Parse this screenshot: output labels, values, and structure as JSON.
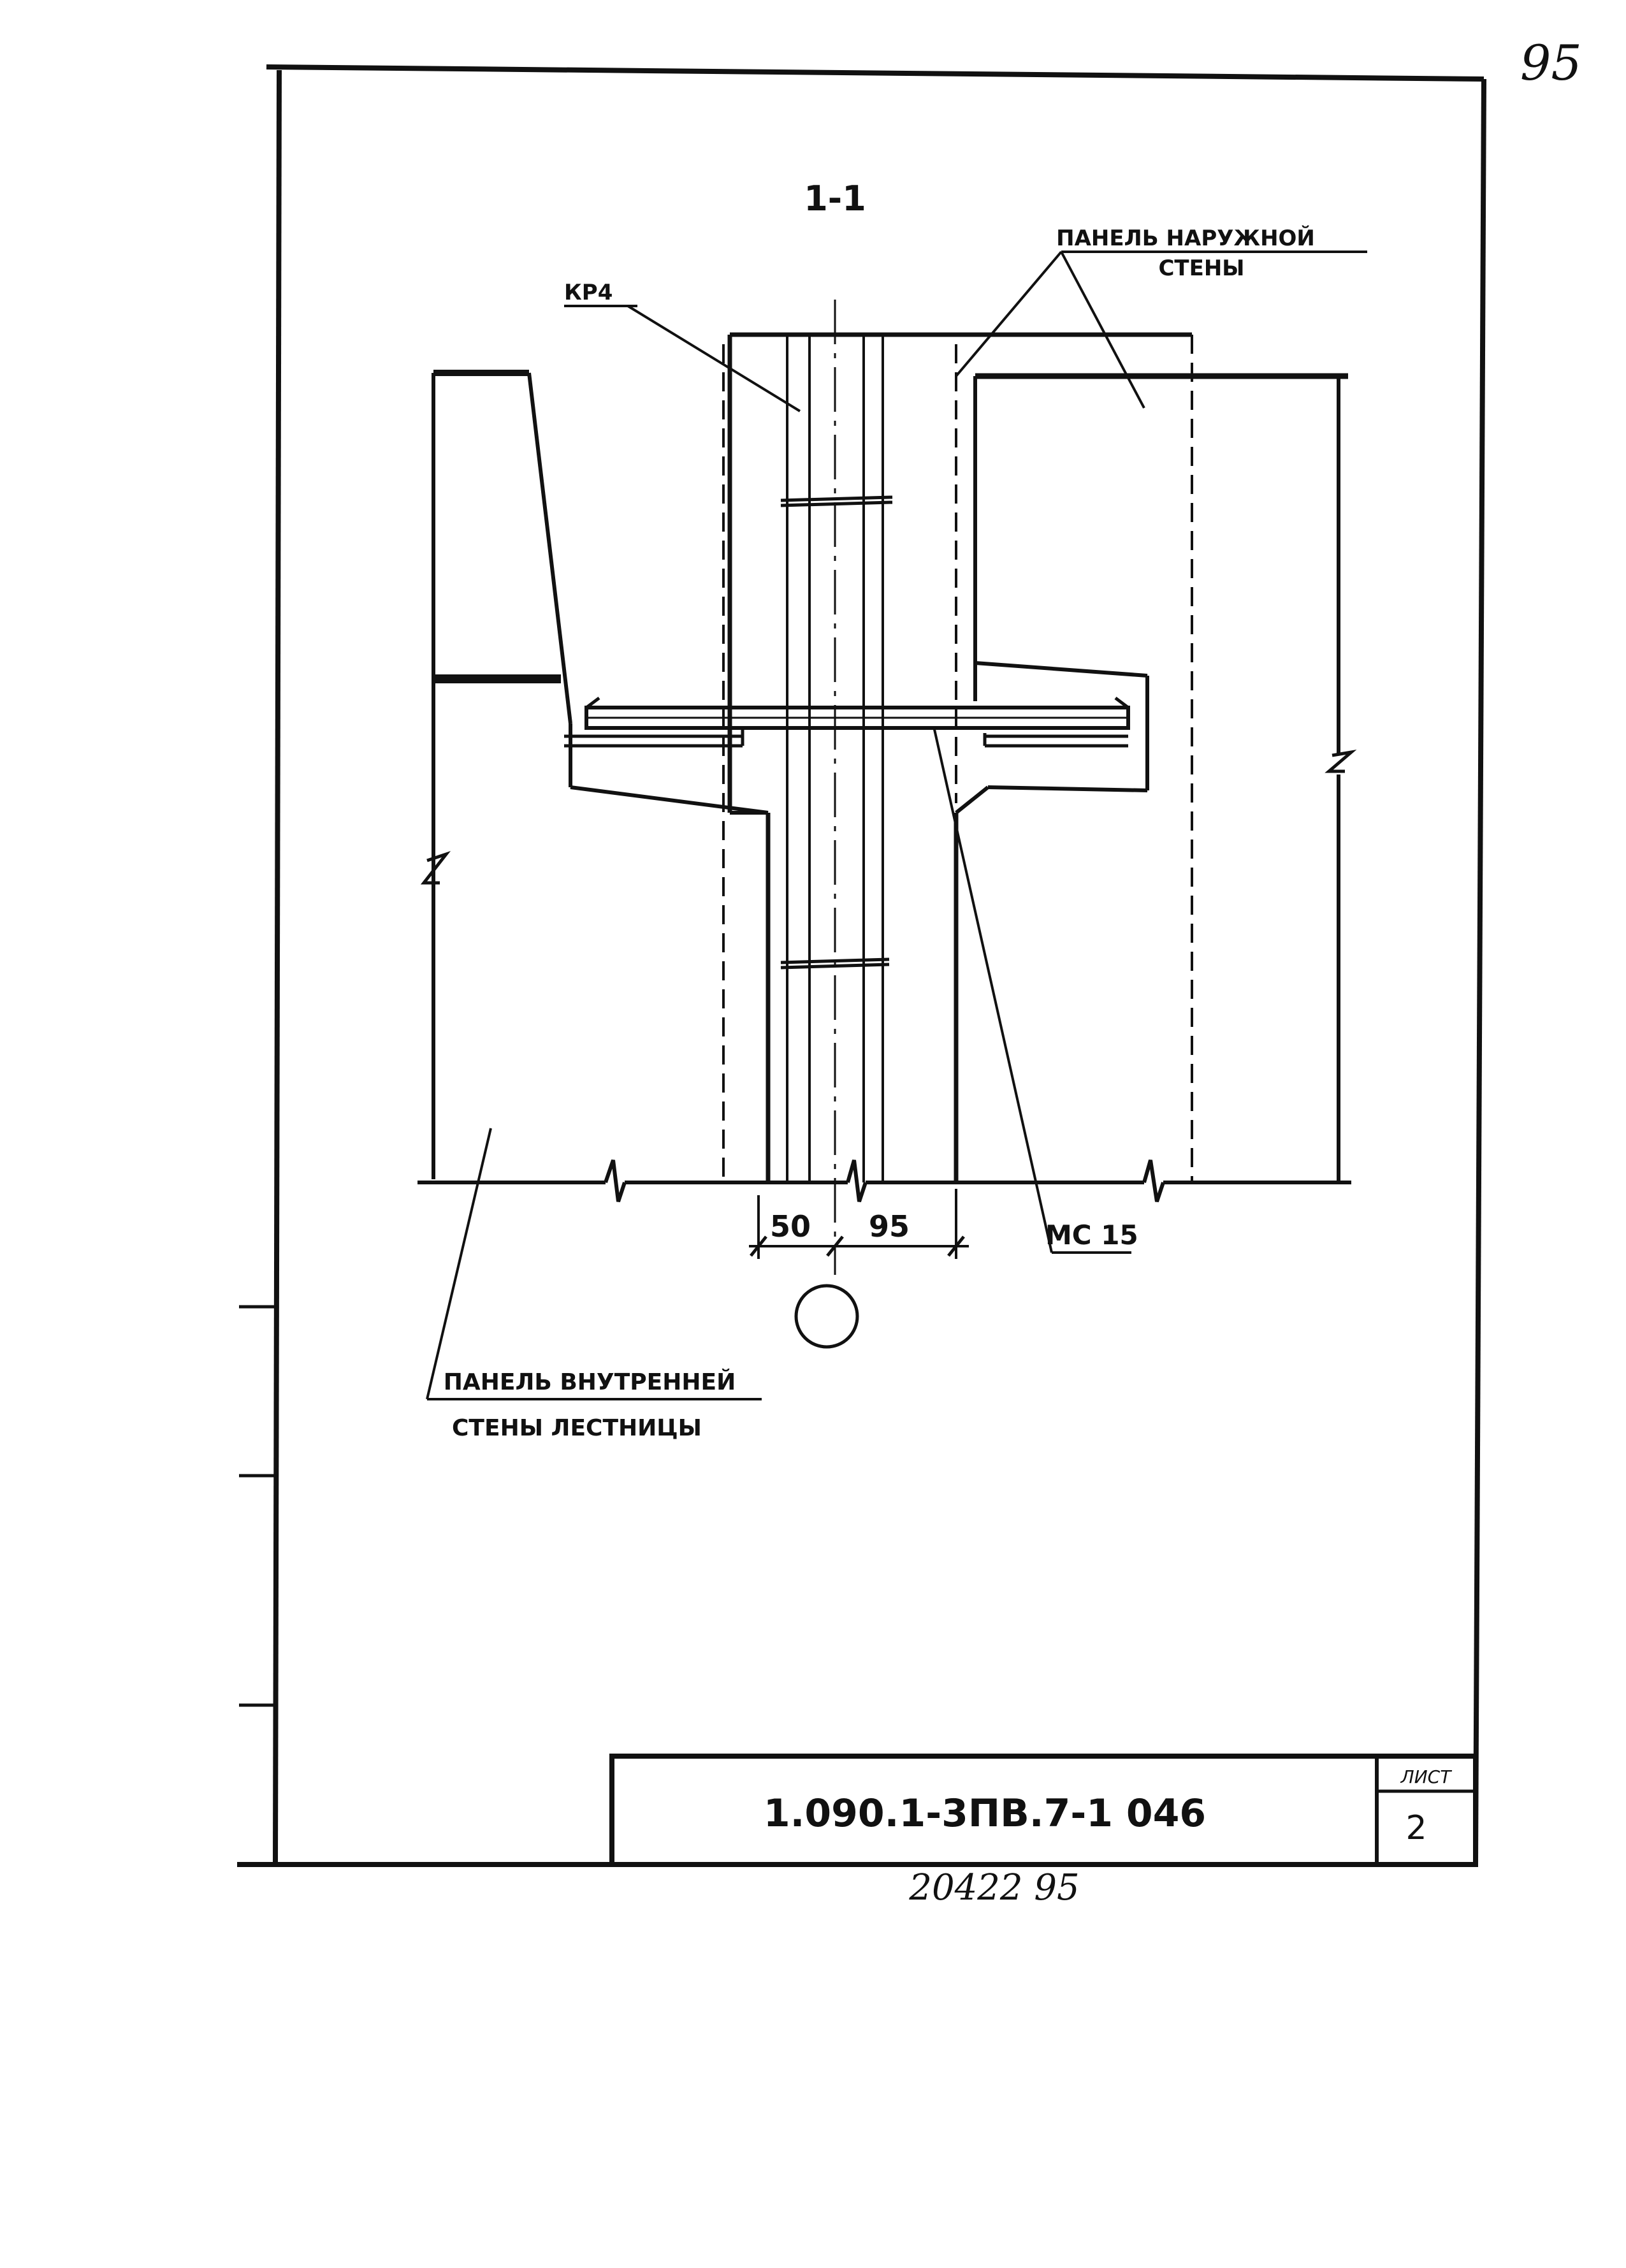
{
  "sheet": {
    "page_number_handwritten": "95",
    "section_title": "1-1",
    "labels": {
      "outer_wall_line1": "ПАНЕЛЬ НАРУЖНОЙ",
      "outer_wall_line2": "СТЕНЫ",
      "column": "КР4",
      "connector": "МС 15",
      "inner_wall_line1": "ПАНЕЛЬ ВНУТРЕННЕЙ",
      "inner_wall_line2": "СТЕНЫ ЛЕСТНИЦЫ"
    },
    "dimensions": {
      "left": "50",
      "right": "95"
    }
  },
  "title_block": {
    "document_code": "1.090.1-3ПВ.7-1 046",
    "sheet_label": "ЛИСТ",
    "sheet_number": "2"
  },
  "footer_handwritten": "20422 95"
}
